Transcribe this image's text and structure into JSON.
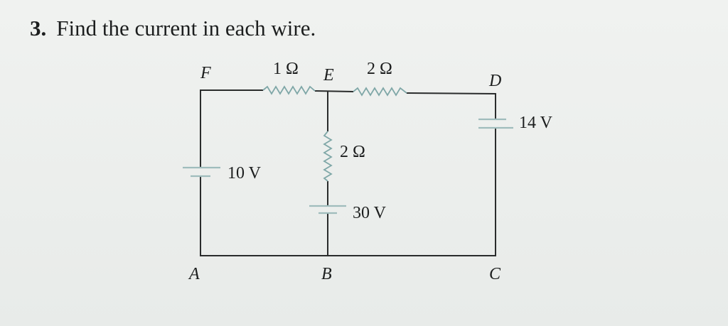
{
  "question": {
    "number": "3.",
    "text": "Find the current in each wire."
  },
  "diagram": {
    "nodes": {
      "A": "A",
      "B": "B",
      "C": "C",
      "D": "D",
      "E": "E",
      "F": "F"
    },
    "resistors": {
      "fe": "1 Ω",
      "ed": "2 Ω",
      "eb": "2 Ω"
    },
    "batteries": {
      "af": "10 V",
      "eb": "30 V",
      "dc": "14 V"
    }
  }
}
